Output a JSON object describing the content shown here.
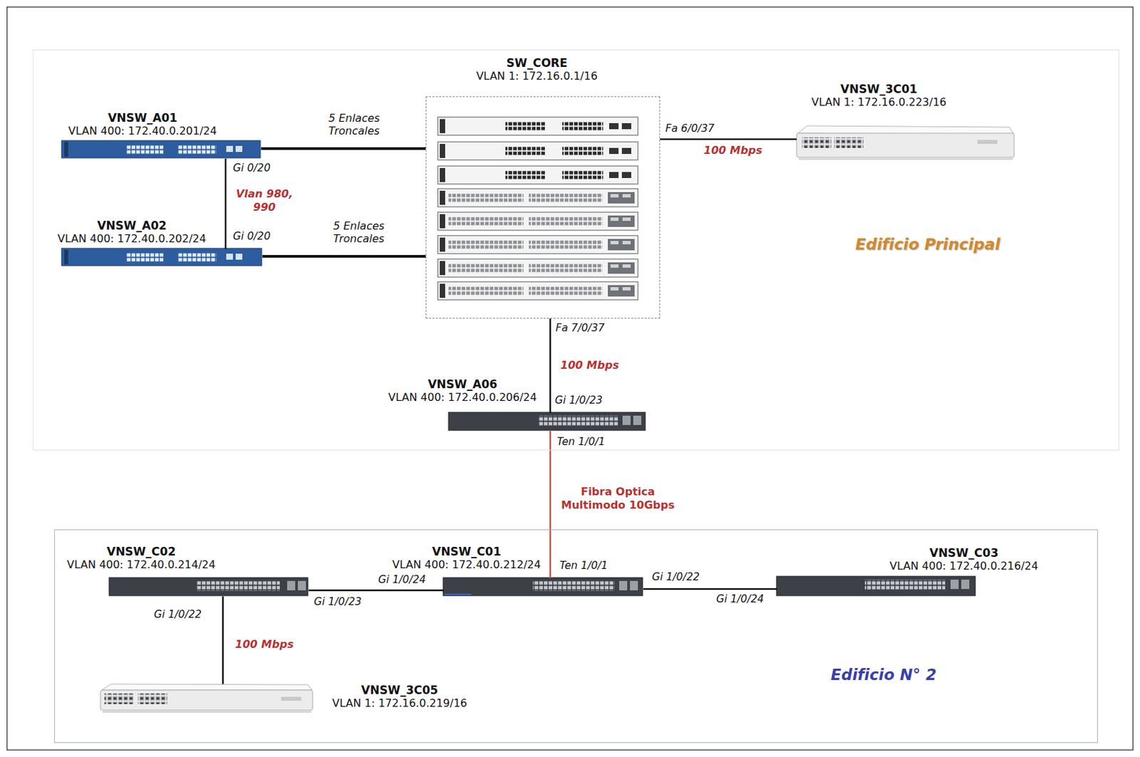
{
  "diagram": {
    "nodes": [
      {
        "text": [
          "Edificio Principal"
        ]
      },
      {
        "text": [
          "SW_CORE",
          "VLAN 1: 172.16.0.1/16"
        ],
        "in": 0
      },
      {
        "text": [
          "VNSW_3C01",
          "VLAN 1: 172.16.0.223/16"
        ],
        "in": 0
      },
      {
        "text": [
          "VNSW_A01",
          "VLAN 400: 172.40.0.201/24"
        ],
        "in": 0
      },
      {
        "text": [
          "VNSW_A02",
          "VLAN 400: 172.40.0.202/24"
        ],
        "in": 0
      },
      {
        "text": [
          "VNSW_A06",
          "VLAN 400: 172.40.0.206/24"
        ],
        "in": 0
      },
      {
        "text": [
          "Edificio N° 2"
        ]
      },
      {
        "text": [
          "VNSW_C02",
          "VLAN 400: 172.40.0.214/24"
        ],
        "in": 6
      },
      {
        "text": [
          "VNSW_C01",
          "VLAN 400: 172.40.0.212/24"
        ],
        "in": 6
      },
      {
        "text": [
          "VNSW_C03",
          "VLAN 400: 172.40.0.216/24"
        ],
        "in": 6
      },
      {
        "text": [
          "VNSW_3C05",
          "VLAN 1: 172.16.0.219/16"
        ],
        "in": 6
      }
    ],
    "edges": [
      {
        "from": 3,
        "to": 1,
        "arrow": "none",
        "label": "5 Enlaces Troncales"
      },
      {
        "from": 3,
        "to": 4,
        "arrow": "none",
        "label": "Vlan 980, 990"
      },
      {
        "from": 4,
        "to": 1,
        "arrow": "none",
        "label": "5 Enlaces Troncales"
      },
      {
        "from": 1,
        "to": 2,
        "arrow": "none",
        "label": "100 Mbps"
      },
      {
        "from": 1,
        "to": 5,
        "arrow": "none",
        "label": "100 Mbps"
      },
      {
        "from": 5,
        "to": 8,
        "arrow": "none",
        "label": "Fibra Optica Multimodo 10Gbps"
      },
      {
        "from": 8,
        "to": 7,
        "arrow": "none"
      },
      {
        "from": 8,
        "to": 9,
        "arrow": "none"
      },
      {
        "from": 7,
        "to": 10,
        "arrow": "none",
        "label": "100 Mbps"
      }
    ],
    "labels": [
      "Gi 0/20",
      "Gi 0/20",
      "Fa 6/0/37",
      "Fa 7/0/37",
      "Gi 1/0/23",
      "Ten 1/0/1",
      "Ten 1/0/1",
      "Gi 1/0/24",
      "Gi 1/0/23",
      "Gi 1/0/22",
      "Gi 1/0/24",
      "Gi 1/0/22"
    ]
  }
}
